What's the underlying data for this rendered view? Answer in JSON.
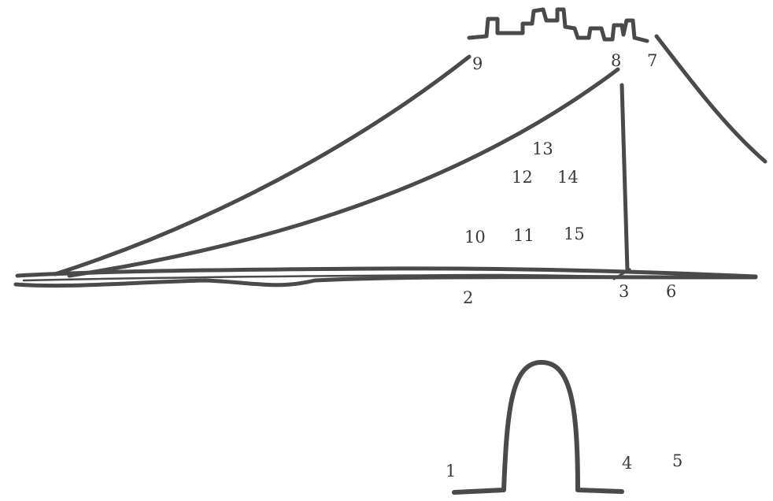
{
  "colors": {
    "ink": "#4a4a4a",
    "text": "#3a3a3a",
    "background": "#ffffff"
  },
  "labels": {
    "l1": "1",
    "l2": "2",
    "l3": "3",
    "l4": "4",
    "l5": "5",
    "l6": "6",
    "l7": "7",
    "l8": "8",
    "l9": "9",
    "l10": "10",
    "l11": "11",
    "l12": "12",
    "l13": "13",
    "l14": "14",
    "l15": "15"
  }
}
